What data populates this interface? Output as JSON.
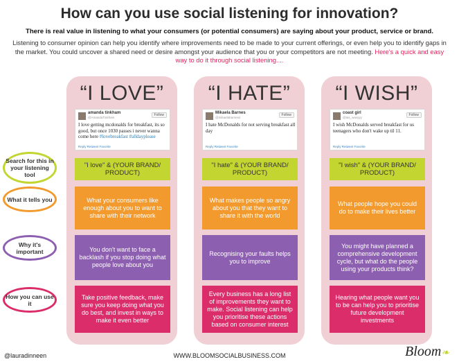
{
  "title": "How can you use social listening for innovation?",
  "intro": "There is real value in listening to what your consumers (or potential consumers) are saying about your product, service or brand.",
  "body": "Listening to consumer opinion can help you identify where improvements need to be made to your current offerings, or even help you to identify gaps in the market. You could uncover a shared need or desire amongst your audience that you or your competitors are not meeting.",
  "body_highlight": "Here's a quick and easy way to do it through social listening....",
  "row_labels": [
    "Search for this in your listening tool",
    "What it tells you",
    "Why it's important",
    "How you can use it"
  ],
  "columns": [
    {
      "heading": "“I LOVE”",
      "tweet": {
        "user": "amanda tinkham",
        "handle": "@AmandaTinkham",
        "text": "I love getting mcdonalds for breakfast, its so good, but once 1030 passes i never wanna come here",
        "tags": "#lovebreakfast #alldayplease"
      },
      "search": "\"I love\" & (YOUR BRAND/ PRODUCT)",
      "tells": "What your consumers like enough about you to want to share with their network",
      "important": "You don't want to face a backlash if you stop doing what people love about you",
      "use": "Take positive feedback, make sure you keep doing what you do best, and invest in ways to make it even better"
    },
    {
      "heading": "“I HATE”",
      "tweet": {
        "user": "Mikaela Barnes",
        "handle": "@mikaelabarness",
        "text": "I hate McDonalds for not serving breakfast all day",
        "tags": ""
      },
      "search": "\"I hate\" & (YOUR BRAND/ PRODUCT)",
      "tells": "What makes people so angry about you that they want to share it with the world",
      "important": "Recognising your faults helps you to improve",
      "use": "Every business has a long list of improvements they want to make. Social listening can help you prioritise these actions based on consumer interest"
    },
    {
      "heading": "“I WISH”",
      "tweet": {
        "user": "coast girl",
        "handle": "@tas_wavyyy",
        "text": "I wish McDonalds served breakfast for us teenagers who don't wake up til 11.",
        "tags": ""
      },
      "search": "\"I wish\" & (YOUR BRAND/ PRODUCT)",
      "tells": "What people hope you could do to make their lives better",
      "important": "You might have planned a comprehensive development cycle, but what do the people using your products think?",
      "use": "Hearing what people want you to be can help you to prioritise future development investments"
    }
  ],
  "tweet_ui": {
    "follow": "Follow",
    "actions": "Reply  Retweet  Favorite"
  },
  "footer": {
    "author": "@lauradinneen",
    "url": "WWW.BLOOMSOCIALBUSINESS.COM",
    "logo": "Bloom"
  },
  "colors": {
    "green": "#c3d531",
    "orange": "#f29a2e",
    "purple": "#8d5fb0",
    "pink": "#dc2d6b",
    "panel": "#f1d0d5"
  }
}
